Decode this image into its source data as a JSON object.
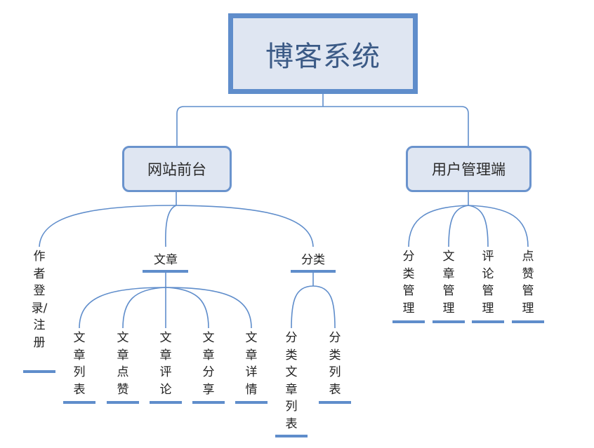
{
  "diagram": {
    "title": "博客系统",
    "line_color": "#5f8dcb",
    "box_fill": "#dfe6f2",
    "branches": [
      {
        "label": "网站前台",
        "children": [
          {
            "label": "作者登录/注册",
            "children": []
          },
          {
            "label": "文章",
            "children": [
              {
                "label": "文章列表"
              },
              {
                "label": "文章点赞"
              },
              {
                "label": "文章评论"
              },
              {
                "label": "文章分享"
              },
              {
                "label": "文章详情"
              }
            ]
          },
          {
            "label": "分类",
            "children": [
              {
                "label": "分类文章列表"
              },
              {
                "label": "分类列表"
              }
            ]
          }
        ]
      },
      {
        "label": "用户管理端",
        "children": [
          {
            "label": "分类管理"
          },
          {
            "label": "文章管理"
          },
          {
            "label": "评论管理"
          },
          {
            "label": "点赞管理"
          }
        ]
      }
    ]
  }
}
